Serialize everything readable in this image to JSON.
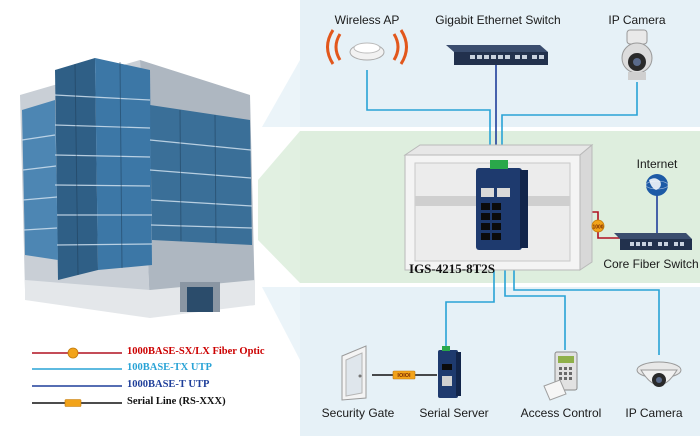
{
  "devices": {
    "wireless_ap": "Wireless AP",
    "gigabit_switch": "Gigabit Ethernet Switch",
    "ip_camera_top": "IP Camera",
    "internet": "Internet",
    "core_fiber_switch": "Core Fiber Switch",
    "model": "IGS-4215-8T2S",
    "security_gate": "Security Gate",
    "serial_server": "Serial Server",
    "access_control": "Access Control",
    "ip_camera_bottom": "IP Camera",
    "fiber_badge": "1000",
    "serial_badge": "IOIOI"
  },
  "legend": [
    {
      "label": "1000BASE-SX/LX Fiber  Optic",
      "color": "#cc0000",
      "line_color": "#b01020",
      "marker": "fiber"
    },
    {
      "label": "100BASE-TX UTP",
      "color": "#29a3d6",
      "line_color": "#29a3d6",
      "marker": "none"
    },
    {
      "label": "1000BASE-T UTP",
      "color": "#1f3f9a",
      "line_color": "#1f3f9a",
      "marker": "none"
    },
    {
      "label": "Serial Line (RS-XXX)",
      "color": "#111111",
      "line_color": "#111111",
      "marker": "serial"
    }
  ],
  "colors": {
    "panel": "#e6f1f7",
    "panel_mid": "#dcecdc",
    "utp100": "#29a3d6",
    "utp1000": "#1f3f9a",
    "fiber": "#b01020",
    "badge": "#f2a31a"
  }
}
